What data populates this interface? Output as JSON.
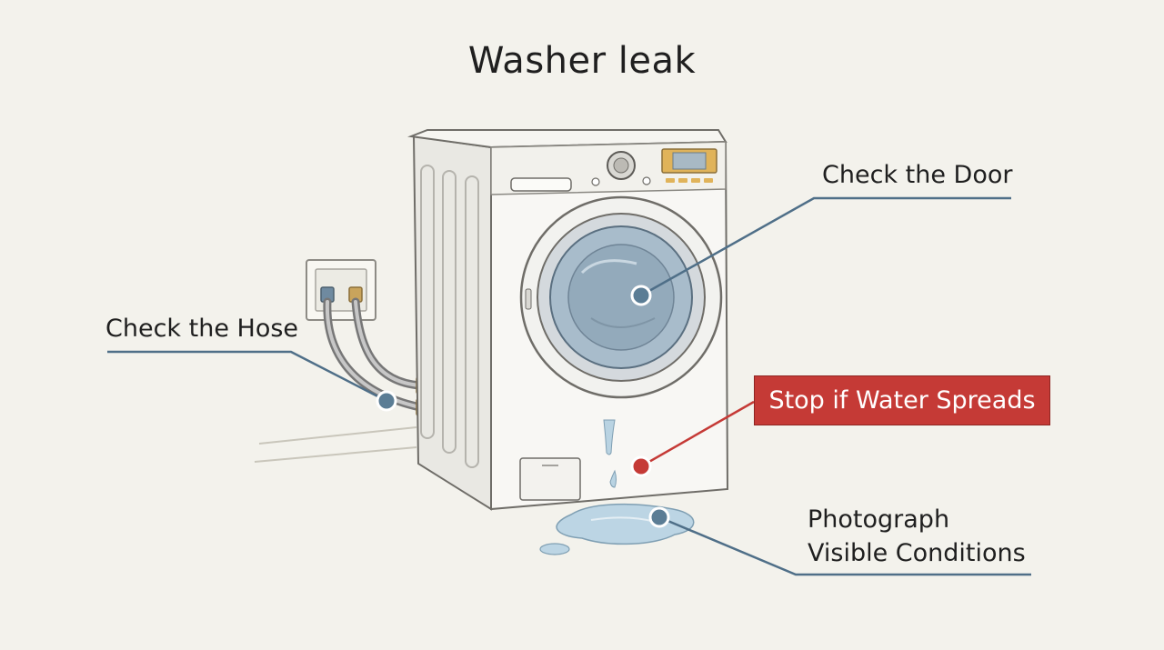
{
  "title": "Washer leak",
  "callouts": {
    "door": "Check the Door",
    "hose": "Check the Hose",
    "warning": "Stop if Water Spreads",
    "photo_line1": "Photograph",
    "photo_line2": "Visible Conditions"
  },
  "colors": {
    "background": "#f3f2ec",
    "leader": "#4f6f88",
    "warning": "#c53a36",
    "water": "#b9d3e2"
  }
}
